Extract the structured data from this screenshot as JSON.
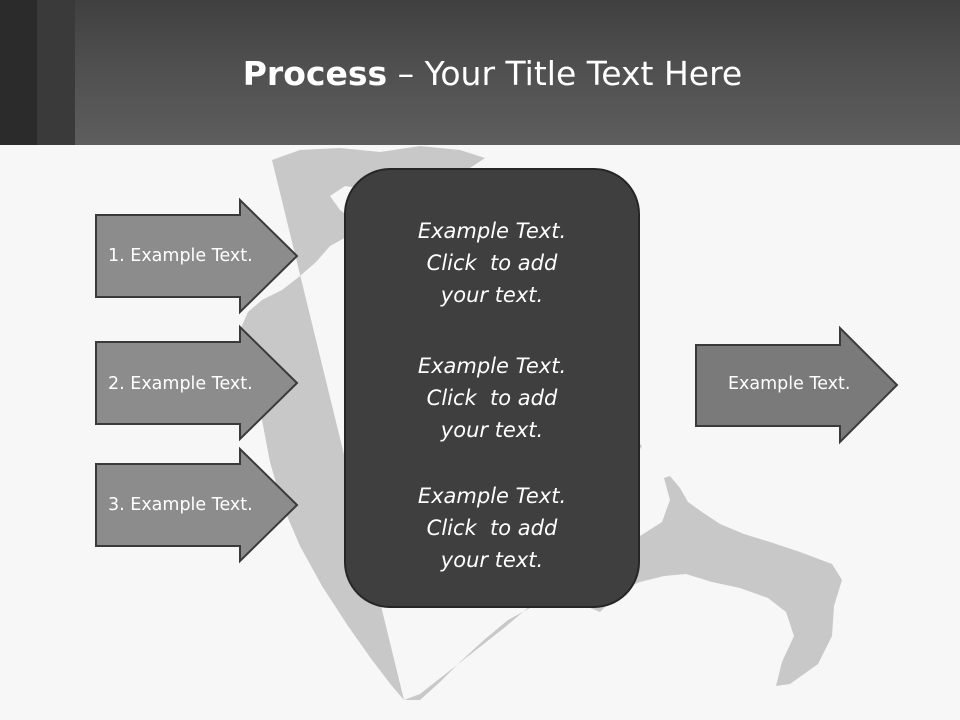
{
  "title": {
    "bold": "Process",
    "rest": " – Your Title Text Here"
  },
  "inputs": [
    {
      "label": "1. Example Text."
    },
    {
      "label": "2. Example Text."
    },
    {
      "label": "3. Example Text."
    }
  ],
  "panel": {
    "blocks": [
      {
        "lines": [
          "Example Text.",
          "Click  to add",
          "your text."
        ]
      },
      {
        "lines": [
          "Example Text.",
          "Click  to add",
          "your text."
        ]
      },
      {
        "lines": [
          "Example Text.",
          "Click  to add",
          "your text."
        ]
      }
    ]
  },
  "output": {
    "label": "Example Text."
  },
  "colors": {
    "header": "#4f4f4f",
    "panel": "#3f3f3f",
    "arrow_fill": "#8c8c8c",
    "output_arrow_fill": "#7a7a7a",
    "map": "#c8c8c8",
    "background": "#f7f7f7"
  }
}
